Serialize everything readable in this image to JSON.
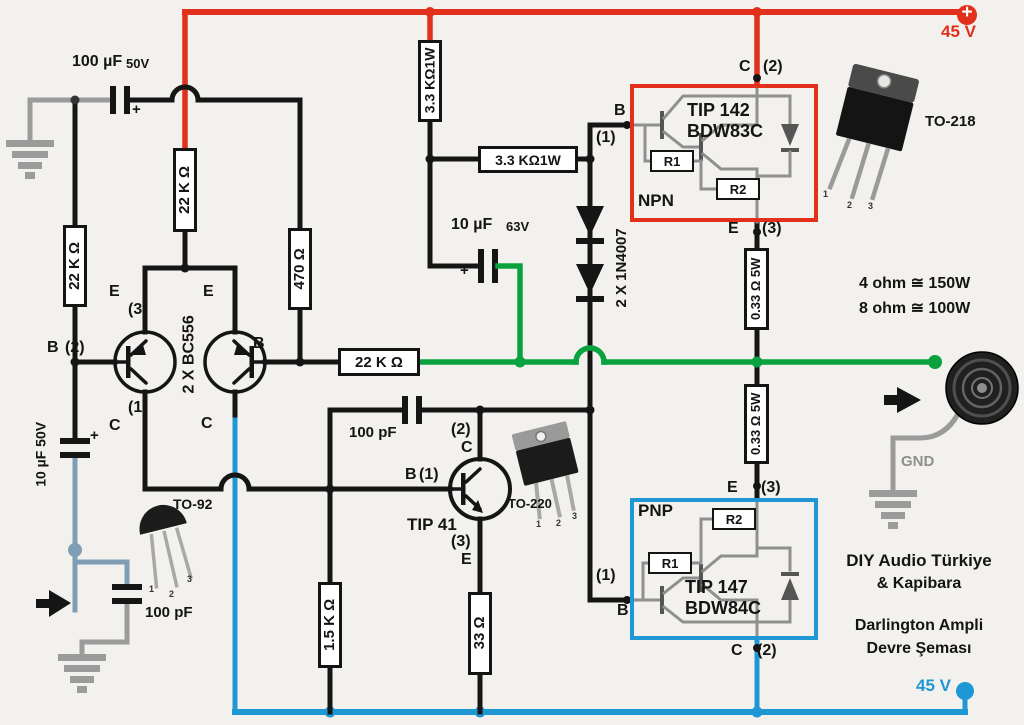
{
  "rails": {
    "plus": "+",
    "pos": "45 V",
    "neg": "45 V"
  },
  "caps": {
    "c100u": {
      "val": "100 µF",
      "volt": "50V",
      "plus": "+"
    },
    "c10u63": {
      "val": "10 µF",
      "volt": "63V",
      "plus": "+"
    },
    "c10u50": {
      "val": "10 µF  50V",
      "plus": "+"
    },
    "c100p_comp": {
      "val": "100 pF"
    },
    "c100p_in": {
      "val": "100 pF"
    }
  },
  "res": {
    "r22k_in": "22 K Ω",
    "r22k_tail": "22 K Ω",
    "r470": "470 Ω",
    "r22k_fb": "22 K Ω",
    "r33k_v": "3.3 KΩ1W",
    "r33k_h": "3.3 KΩ1W",
    "r1k5": "1.5 K Ω",
    "r33": "33 Ω",
    "r033_top": "0.33 Ω 5W",
    "r033_bot": "0.33 Ω 5W"
  },
  "diodes": {
    "label": "2 X 1N4007"
  },
  "bc556": {
    "label": "2 X BC556",
    "b": "B",
    "b2": "(2)",
    "e": "E",
    "e3": "(3)",
    "c": "C",
    "c1": "(1)"
  },
  "tip41": {
    "name": "TIP 41",
    "b": "B",
    "b1": "(1)",
    "c": "C",
    "c2": "(2)",
    "e": "E",
    "e3": "(3)"
  },
  "npn": {
    "type": "NPN",
    "part": "TIP 142",
    "part2": "BDW83C",
    "r1": "R1",
    "r2": "R2",
    "b": "B",
    "b1": "(1)",
    "c": "C",
    "c2": "(2)",
    "e": "E",
    "e3": "(3)"
  },
  "pnp": {
    "type": "PNP",
    "part": "TIP 147",
    "part2": "BDW84C",
    "r1": "R1",
    "r2": "R2",
    "b": "B",
    "b1": "(1)",
    "c": "C",
    "c2": "(2)",
    "e": "E",
    "e3": "(3)"
  },
  "pkg": {
    "to92": "TO-92",
    "to220": "TO-220",
    "to218": "TO-218",
    "p1": "1",
    "p2": "2",
    "p3": "3"
  },
  "out": {
    "p4": "4 ohm ≅ 150W",
    "p8": "8 ohm ≅ 100W",
    "gnd": "GND"
  },
  "credits": {
    "l1": "DIY Audio Türkiye",
    "l2": "& Kapibara",
    "l3": "Darlington Ampli",
    "l4": "Devre Şeması"
  }
}
